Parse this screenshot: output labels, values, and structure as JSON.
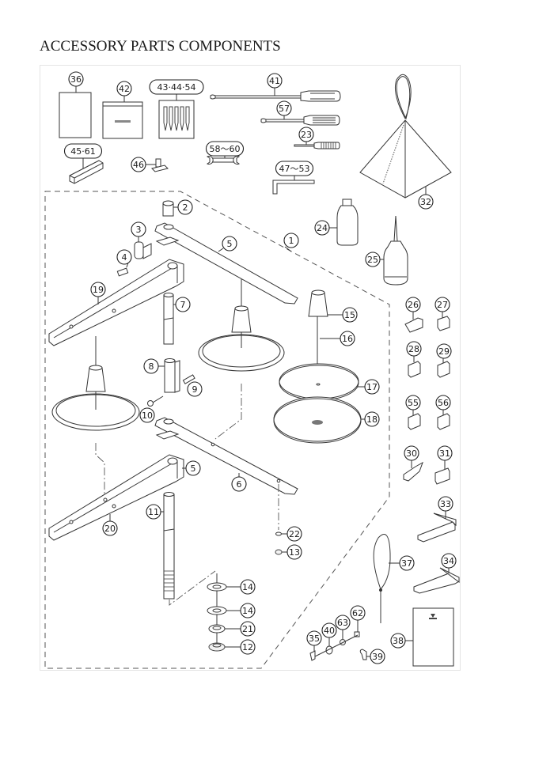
{
  "page": {
    "title": "ACCESSORY PARTS COMPONENTS"
  },
  "diagram": {
    "group_boundary": "dashed",
    "callouts": [
      {
        "id": "c36",
        "label": "36",
        "part": "instruction manual"
      },
      {
        "id": "c42",
        "label": "42",
        "part": "bobbin case / box"
      },
      {
        "id": "c43",
        "label": "43·44·54",
        "part": "needles"
      },
      {
        "id": "c41",
        "label": "41",
        "part": "screwdriver large"
      },
      {
        "id": "c57",
        "label": "57",
        "part": "screwdriver medium"
      },
      {
        "id": "c23",
        "label": "23",
        "part": "screwdriver small"
      },
      {
        "id": "c58",
        "label": "58～60",
        "part": "spanner"
      },
      {
        "id": "c47",
        "label": "47～53",
        "part": "hexagonal wrench"
      },
      {
        "id": "c45",
        "label": "45·61",
        "part": "rubber piece"
      },
      {
        "id": "c46",
        "label": "46",
        "part": "presser foot"
      },
      {
        "id": "c32",
        "label": "32",
        "part": "dust cover"
      },
      {
        "id": "c24",
        "label": "24",
        "part": "oil bottle"
      },
      {
        "id": "c25",
        "label": "25",
        "part": "oiler"
      },
      {
        "id": "c1",
        "label": "1",
        "part": "thread stand asm"
      },
      {
        "id": "c2",
        "label": "2",
        "part": "collar"
      },
      {
        "id": "c3",
        "label": "3",
        "part": "clamp"
      },
      {
        "id": "c4",
        "label": "4",
        "part": "screw"
      },
      {
        "id": "c5a",
        "label": "5",
        "part": "bracket plate"
      },
      {
        "id": "c5b",
        "label": "5",
        "part": "bracket plate"
      },
      {
        "id": "c6",
        "label": "6",
        "part": "spool arm"
      },
      {
        "id": "c7",
        "label": "7",
        "part": "pipe"
      },
      {
        "id": "c8",
        "label": "8",
        "part": "pipe joint"
      },
      {
        "id": "c9",
        "label": "9",
        "part": "screw"
      },
      {
        "id": "c10",
        "label": "10",
        "part": "nut"
      },
      {
        "id": "c11",
        "label": "11",
        "part": "stand pipe"
      },
      {
        "id": "c12",
        "label": "12",
        "part": "nut"
      },
      {
        "id": "c13",
        "label": "13",
        "part": "nut"
      },
      {
        "id": "c14a",
        "label": "14",
        "part": "washer"
      },
      {
        "id": "c14b",
        "label": "14",
        "part": "washer"
      },
      {
        "id": "c15",
        "label": "15",
        "part": "spool holder"
      },
      {
        "id": "c16",
        "label": "16",
        "part": "spool pin"
      },
      {
        "id": "c17",
        "label": "17",
        "part": "spool base"
      },
      {
        "id": "c18",
        "label": "18",
        "part": "spool cushion"
      },
      {
        "id": "c19",
        "label": "19",
        "part": "thread guide arm"
      },
      {
        "id": "c20",
        "label": "20",
        "part": "thread guide arm"
      },
      {
        "id": "c21",
        "label": "21",
        "part": "spring washer"
      },
      {
        "id": "c22",
        "label": "22",
        "part": "washer"
      },
      {
        "id": "c26",
        "label": "26",
        "part": "attachment"
      },
      {
        "id": "c27",
        "label": "27",
        "part": "attachment"
      },
      {
        "id": "c28",
        "label": "28",
        "part": "attachment"
      },
      {
        "id": "c29",
        "label": "29",
        "part": "attachment"
      },
      {
        "id": "c55",
        "label": "55",
        "part": "attachment"
      },
      {
        "id": "c56",
        "label": "56",
        "part": "attachment"
      },
      {
        "id": "c30",
        "label": "30",
        "part": "attachment"
      },
      {
        "id": "c31",
        "label": "31",
        "part": "attachment"
      },
      {
        "id": "c33",
        "label": "33",
        "part": "guide plate"
      },
      {
        "id": "c34",
        "label": "34",
        "part": "guide plate"
      },
      {
        "id": "c37",
        "label": "37",
        "part": "threader"
      },
      {
        "id": "c38",
        "label": "38",
        "part": "bag"
      },
      {
        "id": "c35",
        "label": "35",
        "part": "hook"
      },
      {
        "id": "c40",
        "label": "40",
        "part": "washer"
      },
      {
        "id": "c63",
        "label": "63",
        "part": "nut"
      },
      {
        "id": "c62",
        "label": "62",
        "part": "screw"
      },
      {
        "id": "c39",
        "label": "39",
        "part": "clip"
      }
    ]
  }
}
